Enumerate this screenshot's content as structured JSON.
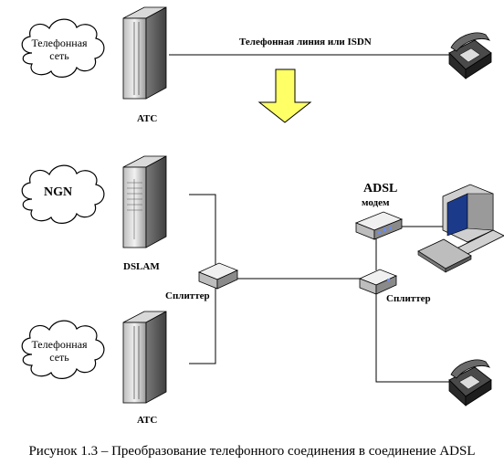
{
  "labels": {
    "cloud_top": "Телефонная\nсеть",
    "cloud_bottom": "Телефонная\nсеть",
    "ngn": "NGN",
    "line_top": "Телефонная линия или ISDN",
    "atc_top": "АТС",
    "atc_bottom": "АТС",
    "dslam": "DSLAM",
    "splitter_left": "Сплиттер",
    "splitter_right": "Сплиттер",
    "adsl_modem_line1": "ADSL",
    "adsl_modem_line2": "модем"
  },
  "caption": "Рисунок 1.3 – Преобразование телефонного соединения в соединение ADSL",
  "colors": {
    "arrow_fill": "#ffff66",
    "line": "#000000",
    "device_light": "#e6e6e6",
    "device_dark": "#5a5a5a",
    "modem_port": "#6a8cff"
  }
}
